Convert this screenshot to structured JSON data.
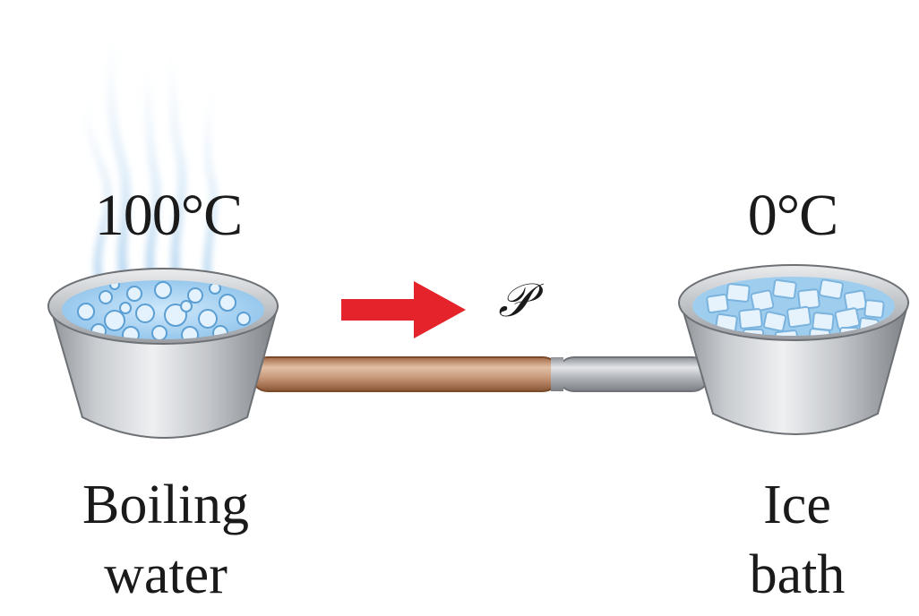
{
  "left_pot": {
    "temperature": "100°C",
    "caption_line1": "Boiling",
    "caption_line2": "water"
  },
  "right_pot": {
    "temperature": "0°C",
    "caption_line1": "Ice",
    "caption_line2": "bath"
  },
  "flow": {
    "symbol": "𝒫"
  },
  "colors": {
    "arrow": "#e5232b",
    "copper_rod": "#c99a78",
    "steel_rod": "#a9adb2",
    "pot": "#b8bcc0",
    "water": "#a9d4f2",
    "ice": "#dbeefc",
    "steam": "#c6dff2"
  }
}
